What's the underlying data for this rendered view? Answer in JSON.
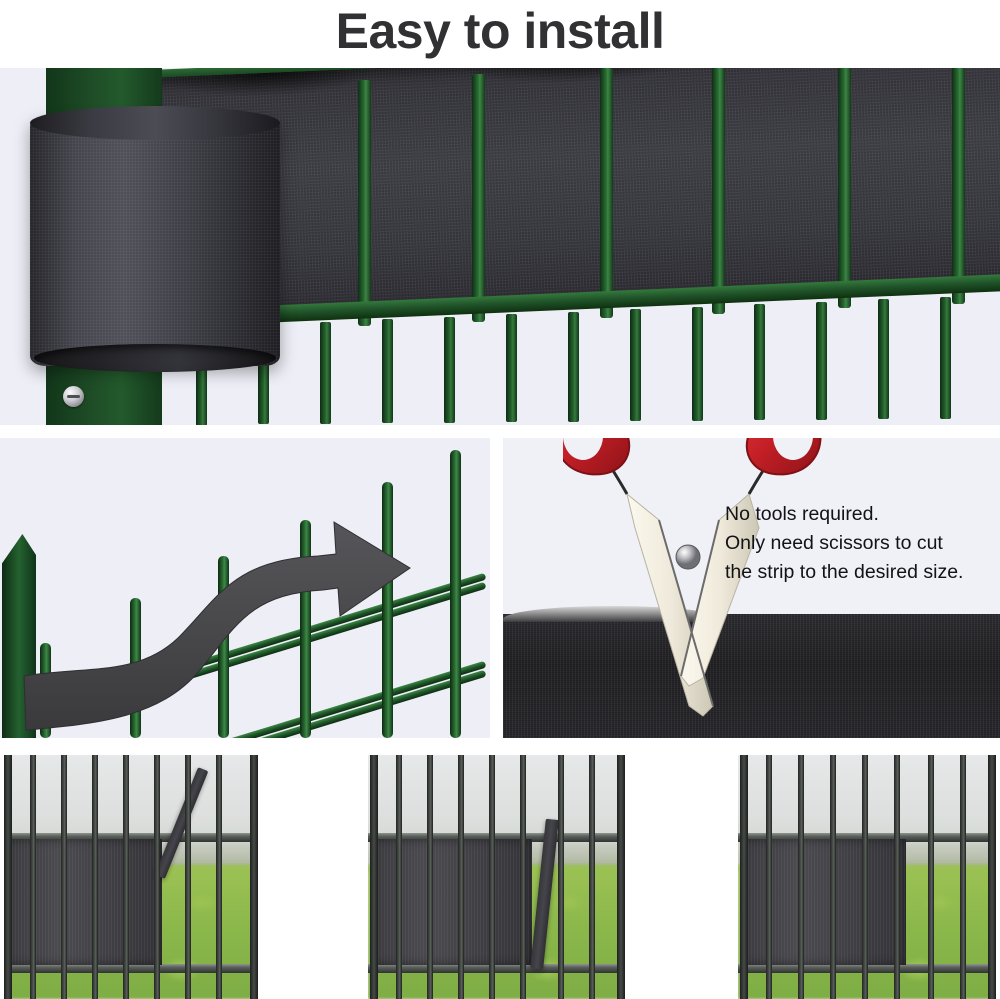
{
  "title": "Easy to install",
  "panels": {
    "top": {
      "name": "strip-roll-on-green-fence",
      "description": "Charcoal privacy strip roll mounted on a dark green mesh fence post",
      "post_color": "#1d4a25",
      "strip_color": "#34343b",
      "background_color": "#eeeef7",
      "screw": "silver-screw"
    },
    "weave": {
      "name": "weaving-direction-arrow",
      "description": "Strip weaving in an S-curve through the green fence wires with an arrow pointing right",
      "arrow_color": "#4a4a4d",
      "wire_color": "#2a6b33"
    },
    "scissors": {
      "name": "scissors-cutting-strip",
      "handle_color": "#c31f26",
      "blade_color": "#f2eee0",
      "pivot_color": "#b9b9bd",
      "strip_color": "#202024",
      "caption": {
        "line1": "No tools required.",
        "line2": "Only need scissors to cut",
        "line3": "the strip to the desired size."
      }
    },
    "photos": [
      {
        "name": "fence-photo-step-1",
        "caption": "",
        "state": "strip partially inserted, angled steeply",
        "fence_color": "#3a3d3c",
        "grass_color": "#8cb84b",
        "strip_color": "#43434a"
      },
      {
        "name": "fence-photo-step-2",
        "caption": "",
        "state": "strip almost fully inserted, nearly vertical",
        "fence_color": "#3a3d3c",
        "grass_color": "#8cb84b",
        "strip_color": "#43434a"
      },
      {
        "name": "fence-photo-step-3",
        "caption": "",
        "state": "strip fully inserted and flat",
        "fence_color": "#3a3d3c",
        "grass_color": "#8cb84b",
        "strip_color": "#43434a"
      }
    ]
  },
  "colors": {
    "title": "#313133",
    "panel_background": "#eeeef7",
    "page_background": "#ffffff",
    "fence_green": "#1d4a25",
    "strip_charcoal": "#34343b",
    "scissors_red": "#c31f26"
  }
}
